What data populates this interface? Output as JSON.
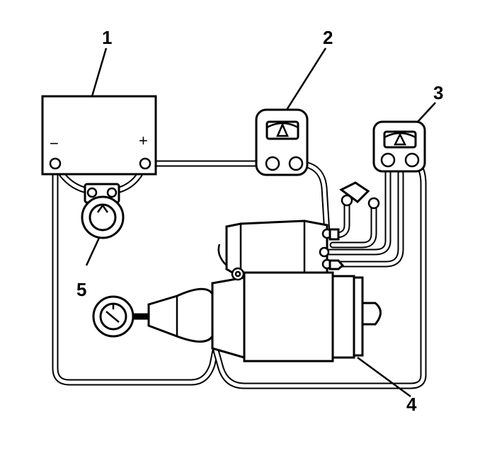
{
  "diagram": {
    "callouts": [
      {
        "id": "1",
        "label": "1"
      },
      {
        "id": "2",
        "label": "2"
      },
      {
        "id": "3",
        "label": "3"
      },
      {
        "id": "4",
        "label": "4"
      },
      {
        "id": "5",
        "label": "5"
      }
    ],
    "battery": {
      "negative_symbol": "−",
      "positive_symbol": "+"
    },
    "colors": {
      "line": "#000000",
      "background": "#ffffff"
    }
  }
}
